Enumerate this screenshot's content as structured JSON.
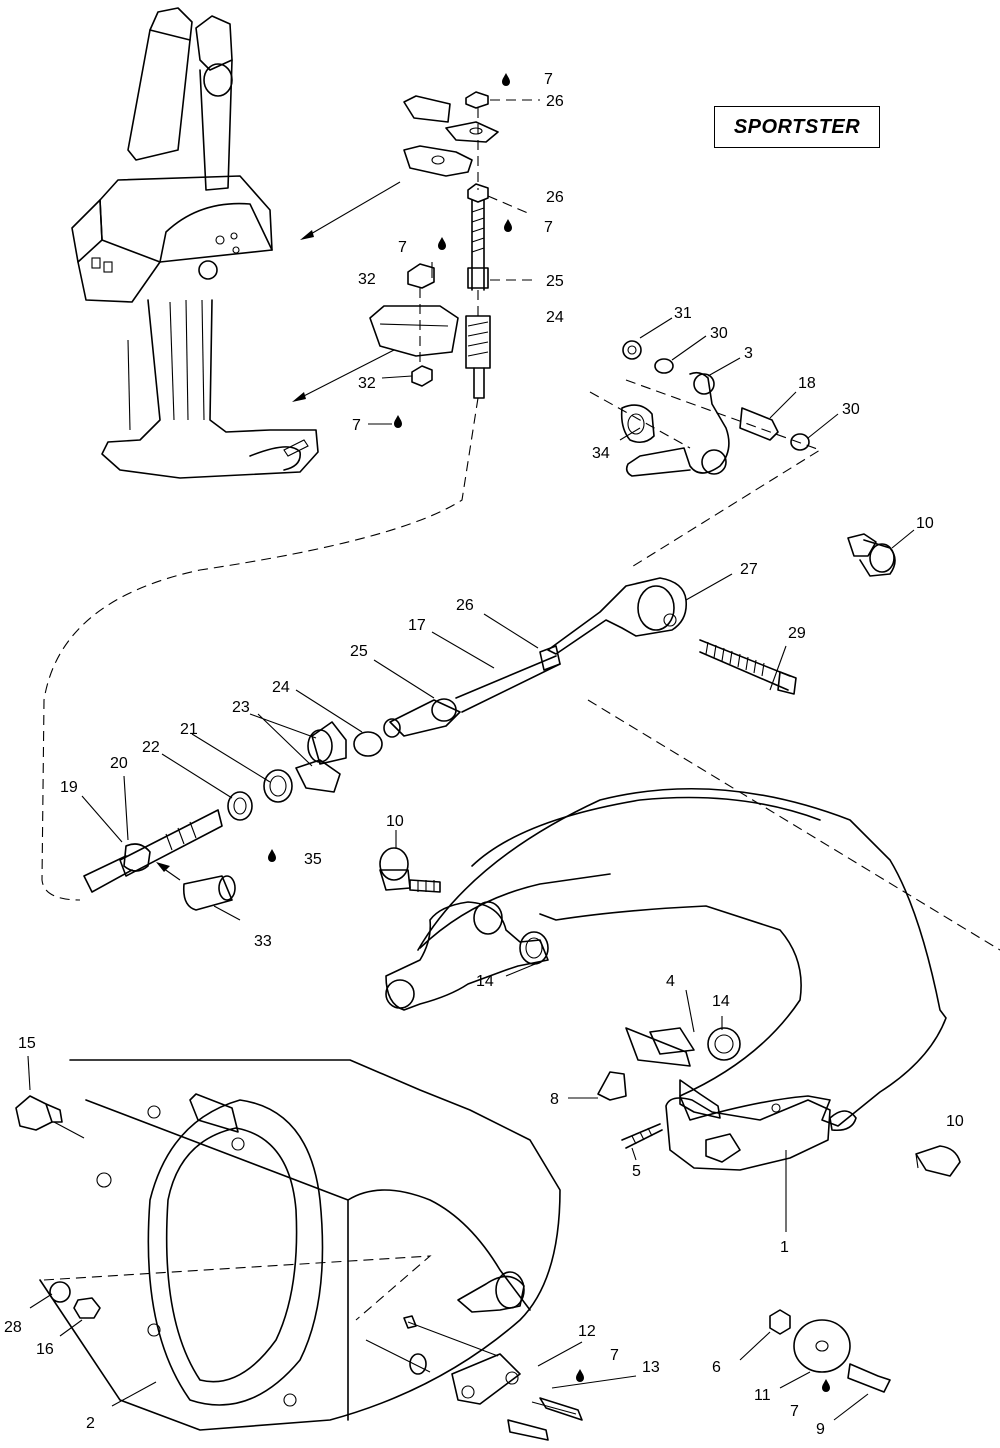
{
  "badge": {
    "text": "SPORTSTER"
  },
  "callouts": {
    "1": "1",
    "2": "2",
    "3": "3",
    "4": "4",
    "5": "5",
    "6": "6",
    "7": "7",
    "8": "8",
    "9": "9",
    "10": "10",
    "11": "11",
    "12": "12",
    "13": "13",
    "14": "14",
    "15": "15",
    "16": "16",
    "17": "17",
    "18": "18",
    "19": "19",
    "20": "20",
    "21": "21",
    "22": "22",
    "23": "23",
    "24": "24",
    "25": "25",
    "26": "26",
    "27": "27",
    "28": "28",
    "29": "29",
    "30": "30",
    "31": "31",
    "32": "32",
    "33": "33",
    "34": "34",
    "35": "35"
  },
  "icons": {
    "lubricant": "oil-drop-icon"
  }
}
